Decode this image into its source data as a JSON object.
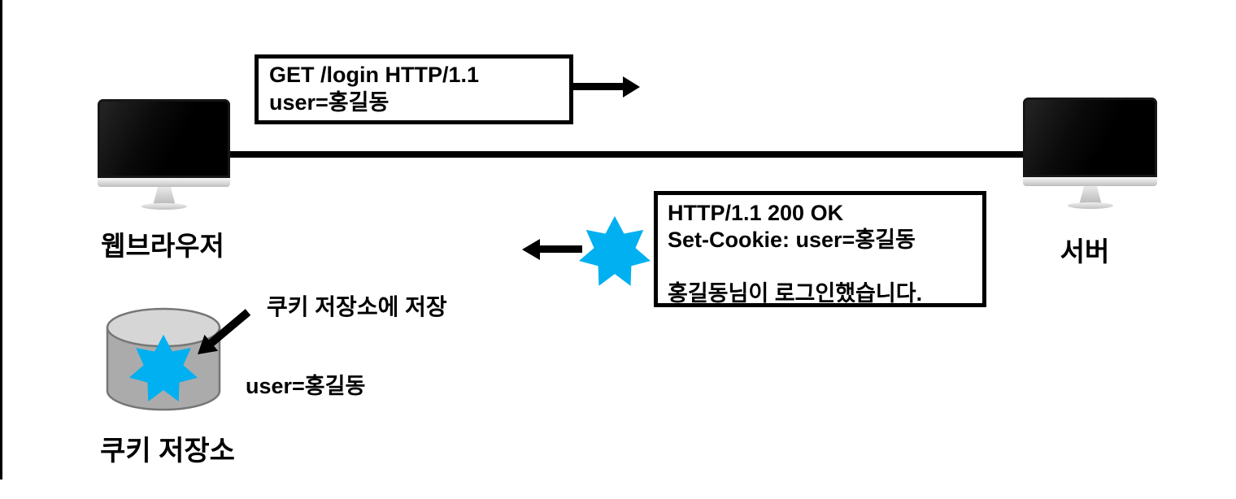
{
  "diagram": {
    "browser_label": "웹브라우저",
    "server_label": "서버",
    "storage_label": "쿠키 저장소",
    "request_box": {
      "line1": "GET /login HTTP/1.1",
      "line2": "user=홍길동"
    },
    "response_box": {
      "line1": "HTTP/1.1 200 OK",
      "line2": "Set-Cookie: user=홍길동",
      "line3": "",
      "line4": "홍길동님이 로그인했습니다."
    },
    "save_annotation": "쿠키 저장소에 저장",
    "cookie_value": "user=홍길동",
    "colors": {
      "cookie_star": "#00B0F0",
      "cylinder_body": "#ABABAB",
      "cylinder_top": "#D6D6D6",
      "cylinder_stroke": "#767676",
      "ink": "#000000"
    }
  }
}
